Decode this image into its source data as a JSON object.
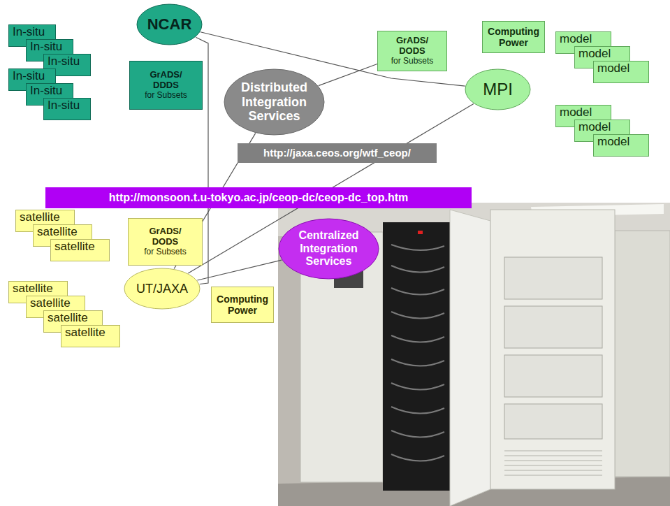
{
  "diagram": {
    "nodes": [
      {
        "text": [
          "In-situ"
        ]
      },
      {
        "text": [
          "In-situ"
        ]
      },
      {
        "text": [
          "In-situ"
        ]
      },
      {
        "text": [
          "NCAR"
        ]
      },
      {
        "text": [
          "Computing Power"
        ]
      },
      {
        "text": [
          "model"
        ]
      },
      {
        "text": [
          "model"
        ]
      },
      {
        "text": [
          "model"
        ]
      },
      {
        "text": [
          "GrADS/ DODS",
          "for Subsets"
        ]
      },
      {
        "text": [
          "In-situ"
        ]
      },
      {
        "text": [
          "In-situ"
        ]
      },
      {
        "text": [
          "In-situ"
        ]
      },
      {
        "text": [
          "GrADS/ DDDS",
          "for Subsets"
        ]
      },
      {
        "text": [
          "Distributed Integration Services"
        ]
      },
      {
        "text": [
          "MPI"
        ]
      },
      {
        "text": [
          "model"
        ]
      },
      {
        "text": [
          "model"
        ]
      },
      {
        "text": [
          "model"
        ]
      },
      {
        "text": [
          "http://jaxa.ceos.org/wtf_ceop/"
        ]
      },
      {
        "text": [
          "http://monsoon.t.u-tokyo.ac.jp/ceop-dc/ceop-dc_top.htm"
        ]
      },
      {
        "text": [
          "satellite"
        ]
      },
      {
        "text": [
          "satellite"
        ]
      },
      {
        "text": [
          "satellite"
        ]
      },
      {
        "text": [
          "GrADS/ DODS",
          "for Subsets"
        ]
      },
      {
        "text": [
          "Centralized Integration Services"
        ]
      },
      {
        "text": [
          "UT/JAXA"
        ]
      },
      {
        "text": [
          "Computing Power"
        ]
      },
      {
        "text": [
          "satellite"
        ]
      },
      {
        "text": [
          "satellite"
        ]
      },
      {
        "text": [
          "satellite"
        ]
      },
      {
        "text": [
          "satellite"
        ]
      }
    ],
    "edges": [
      {
        "from": 3,
        "to": 14,
        "arrow": "none"
      },
      {
        "from": 3,
        "to": 25,
        "arrow": "none"
      },
      {
        "from": 13,
        "to": 8,
        "arrow": "none"
      },
      {
        "from": 13,
        "to": 25,
        "arrow": "none"
      },
      {
        "from": 14,
        "to": 25,
        "arrow": "none"
      },
      {
        "from": 24,
        "to": 25,
        "arrow": "none"
      }
    ]
  }
}
